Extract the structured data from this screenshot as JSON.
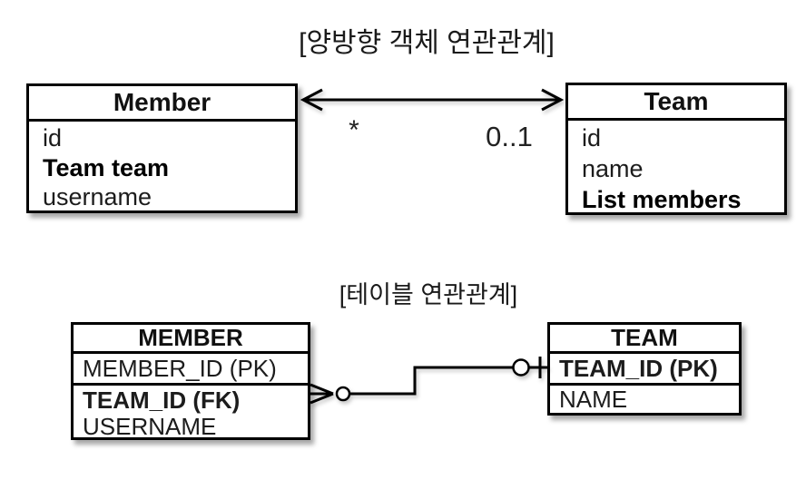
{
  "object_diagram": {
    "title": "[양방향 객체 연관관계]",
    "member_class": {
      "name": "Member",
      "attributes": [
        "id",
        "Team team",
        "username"
      ]
    },
    "team_class": {
      "name": "Team",
      "attributes": [
        "id",
        "name",
        "List members"
      ]
    },
    "relation": {
      "left_multiplicity": "*",
      "right_multiplicity": "0..1"
    }
  },
  "table_diagram": {
    "title": "[테이블 연관관계]",
    "member_table": {
      "name": "MEMBER",
      "columns": [
        "MEMBER_ID (PK)",
        "TEAM_ID (FK)",
        "USERNAME"
      ]
    },
    "team_table": {
      "name": "TEAM",
      "columns": [
        "TEAM_ID (PK)",
        "NAME"
      ]
    }
  },
  "colors": {
    "line": "#000000",
    "background": "#ffffff",
    "text": "#111111"
  }
}
